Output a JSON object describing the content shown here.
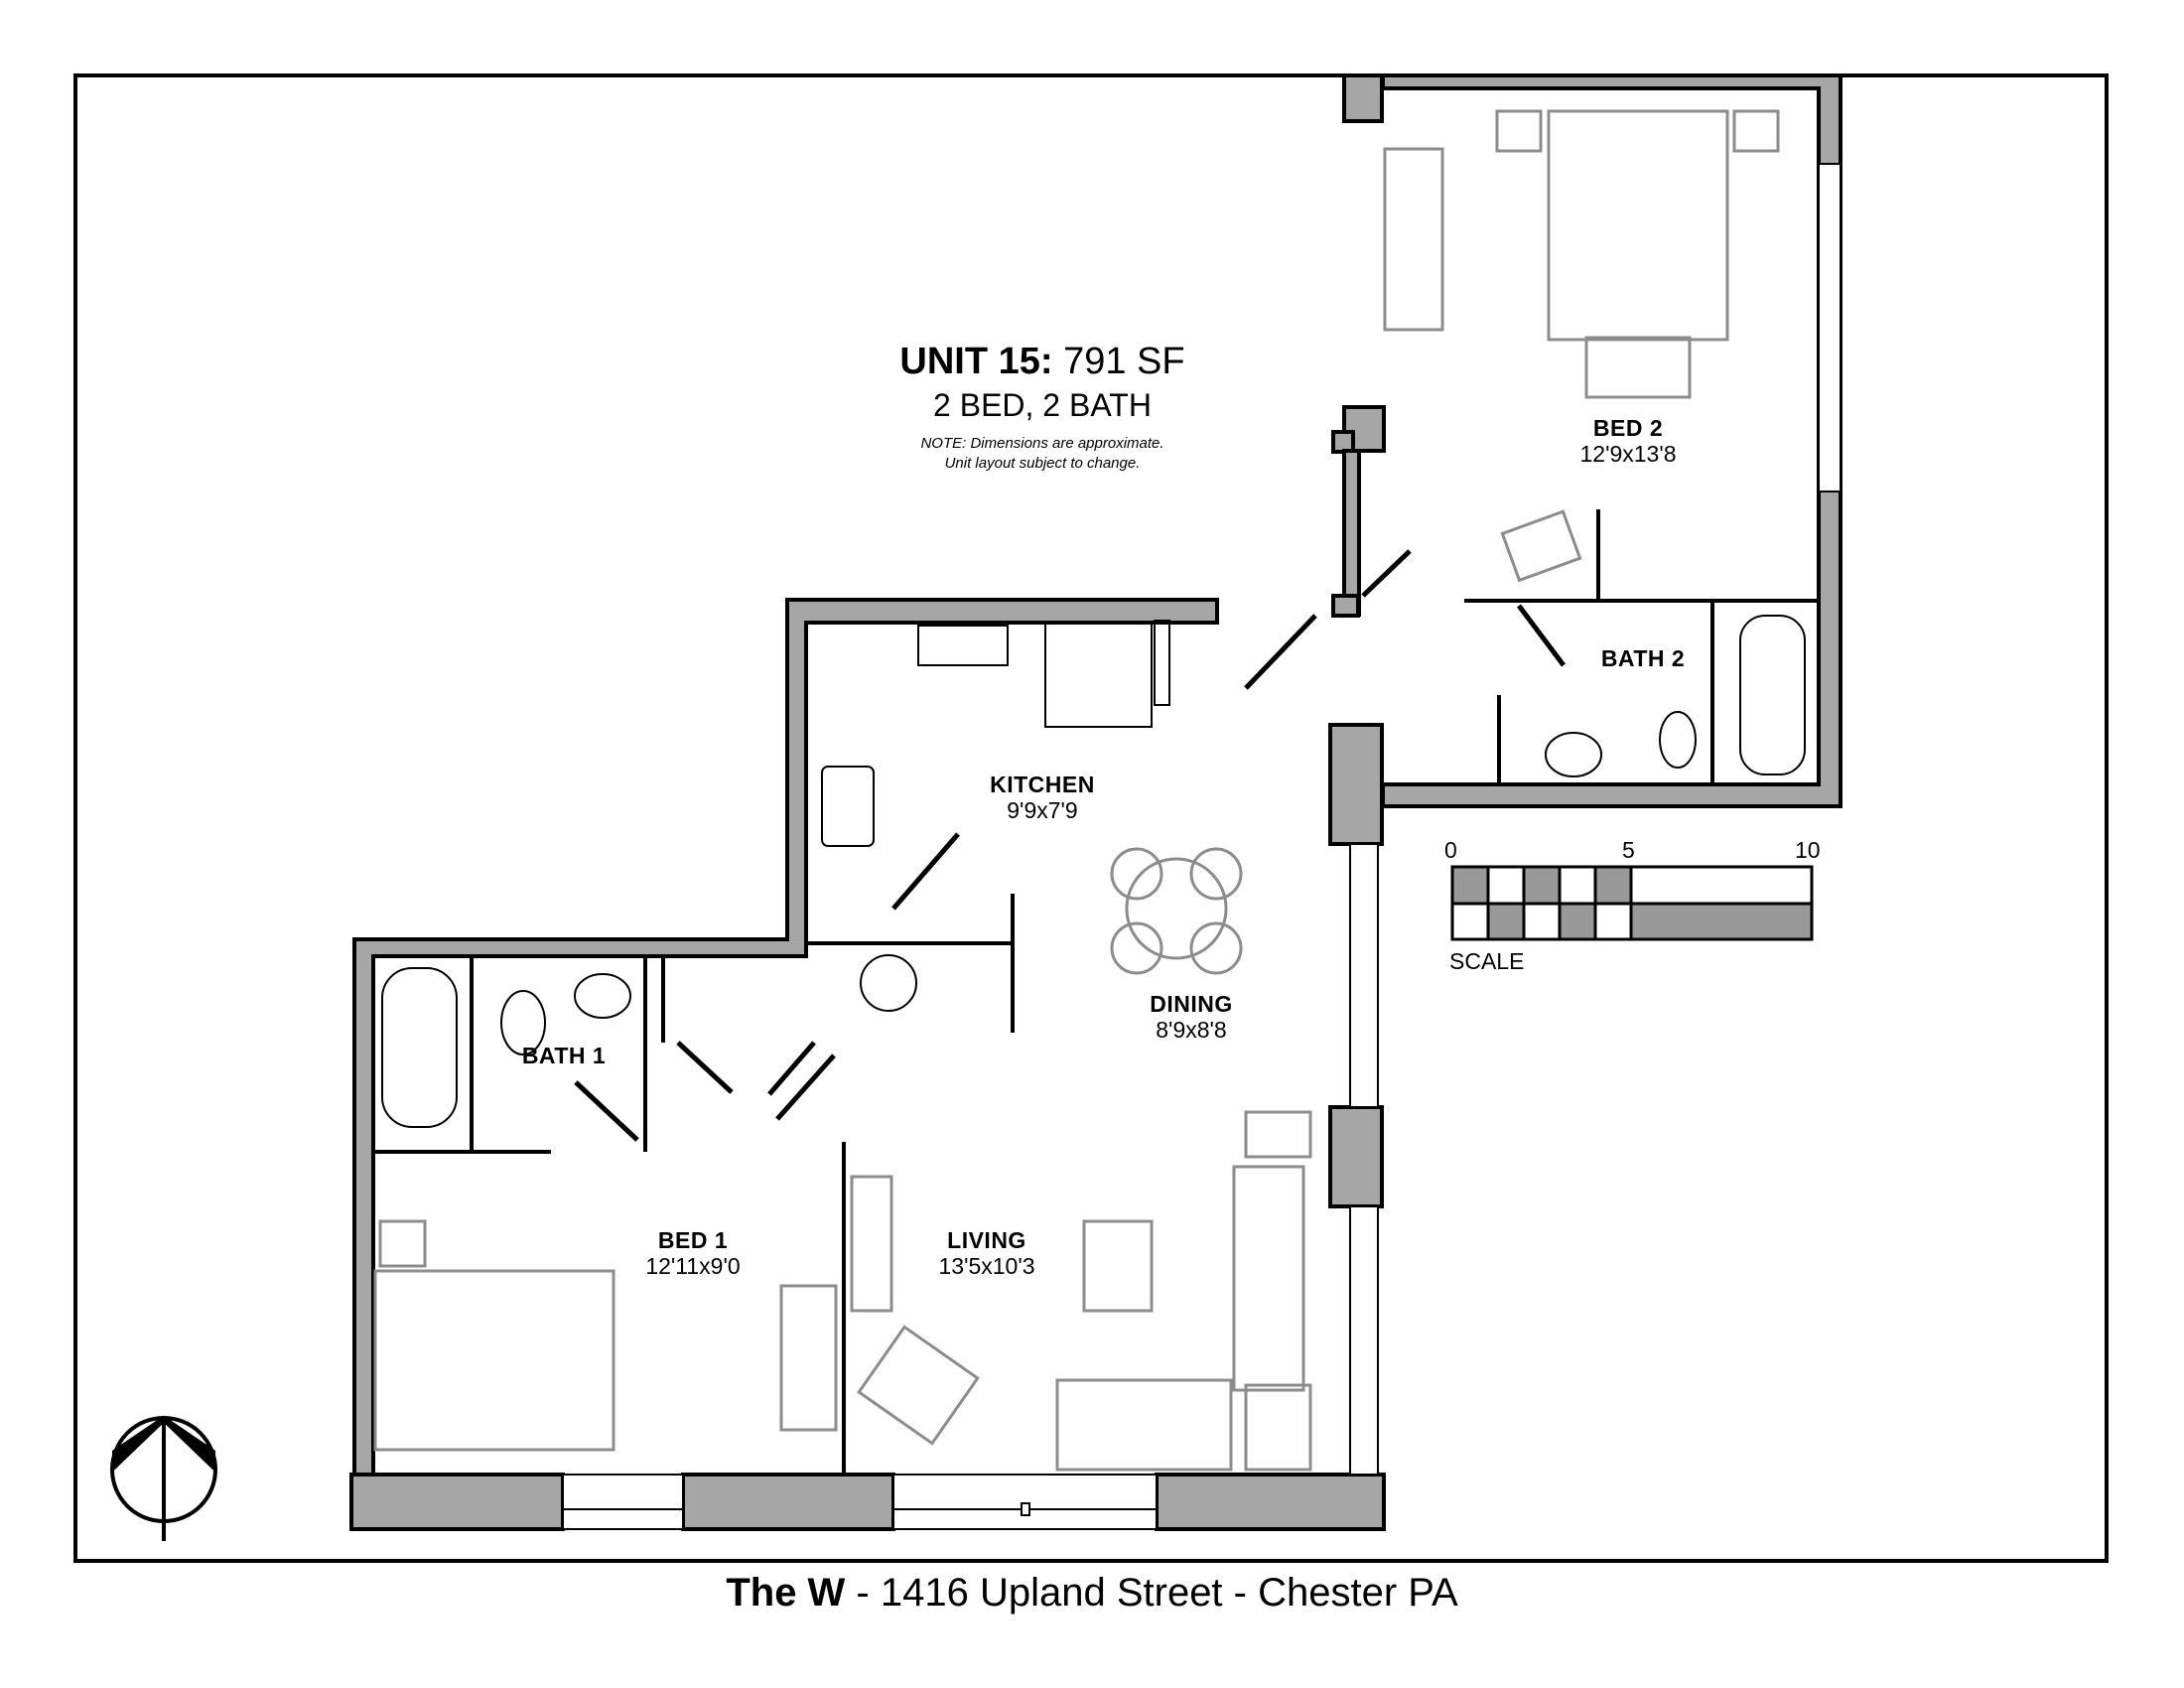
{
  "unit": {
    "name": "UNIT 15:",
    "area": "791 SF",
    "config": "2 BED, 2 BATH",
    "note_line1": "NOTE: Dimensions are approximate.",
    "note_line2": "Unit layout subject to change."
  },
  "rooms": [
    {
      "name": "BED 2",
      "dims": "12'9x13'8"
    },
    {
      "name": "BATH 2",
      "dims": ""
    },
    {
      "name": "KITCHEN",
      "dims": "9'9x7'9"
    },
    {
      "name": "DINING",
      "dims": "8'9x8'8"
    },
    {
      "name": "BATH 1",
      "dims": ""
    },
    {
      "name": "BED 1",
      "dims": "12'11x9'0"
    },
    {
      "name": "LIVING",
      "dims": "13'5x10'3"
    }
  ],
  "scale": {
    "ticks": [
      "0",
      "5",
      "10"
    ],
    "caption": "SCALE"
  },
  "footer": {
    "building": "The W",
    "sep1": " - ",
    "address": "1416 Upland Street",
    "sep2": " - ",
    "city": "Chester PA"
  },
  "icons": {
    "compass": "north-arrow-icon"
  },
  "colors": {
    "wall_fill": "#a6a6a6",
    "line": "#000000",
    "furniture": "#8c8c8c"
  }
}
